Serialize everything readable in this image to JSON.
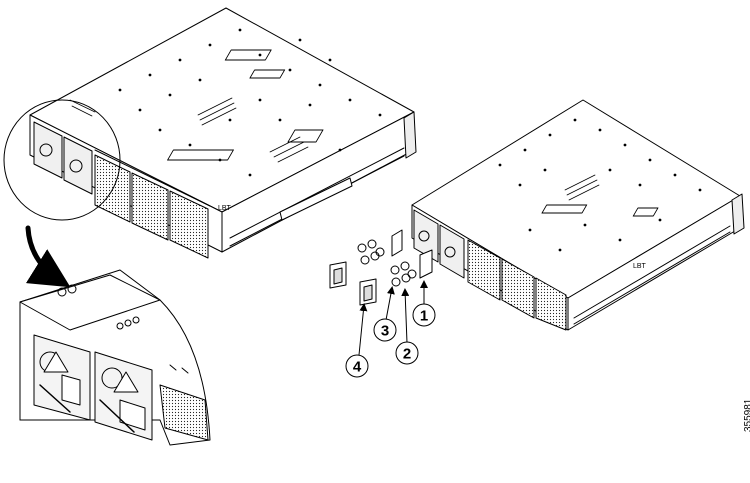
{
  "figure": {
    "id_label": "355981",
    "callouts": [
      {
        "label": "1"
      },
      {
        "label": "2"
      },
      {
        "label": "3"
      },
      {
        "label": "4"
      }
    ],
    "chassis_logo_left": "LBT",
    "chassis_logo_right": "LBT",
    "line_color": "#000000",
    "panel_fill": "#ffffff",
    "shade_fill": "#d9d9d9"
  }
}
